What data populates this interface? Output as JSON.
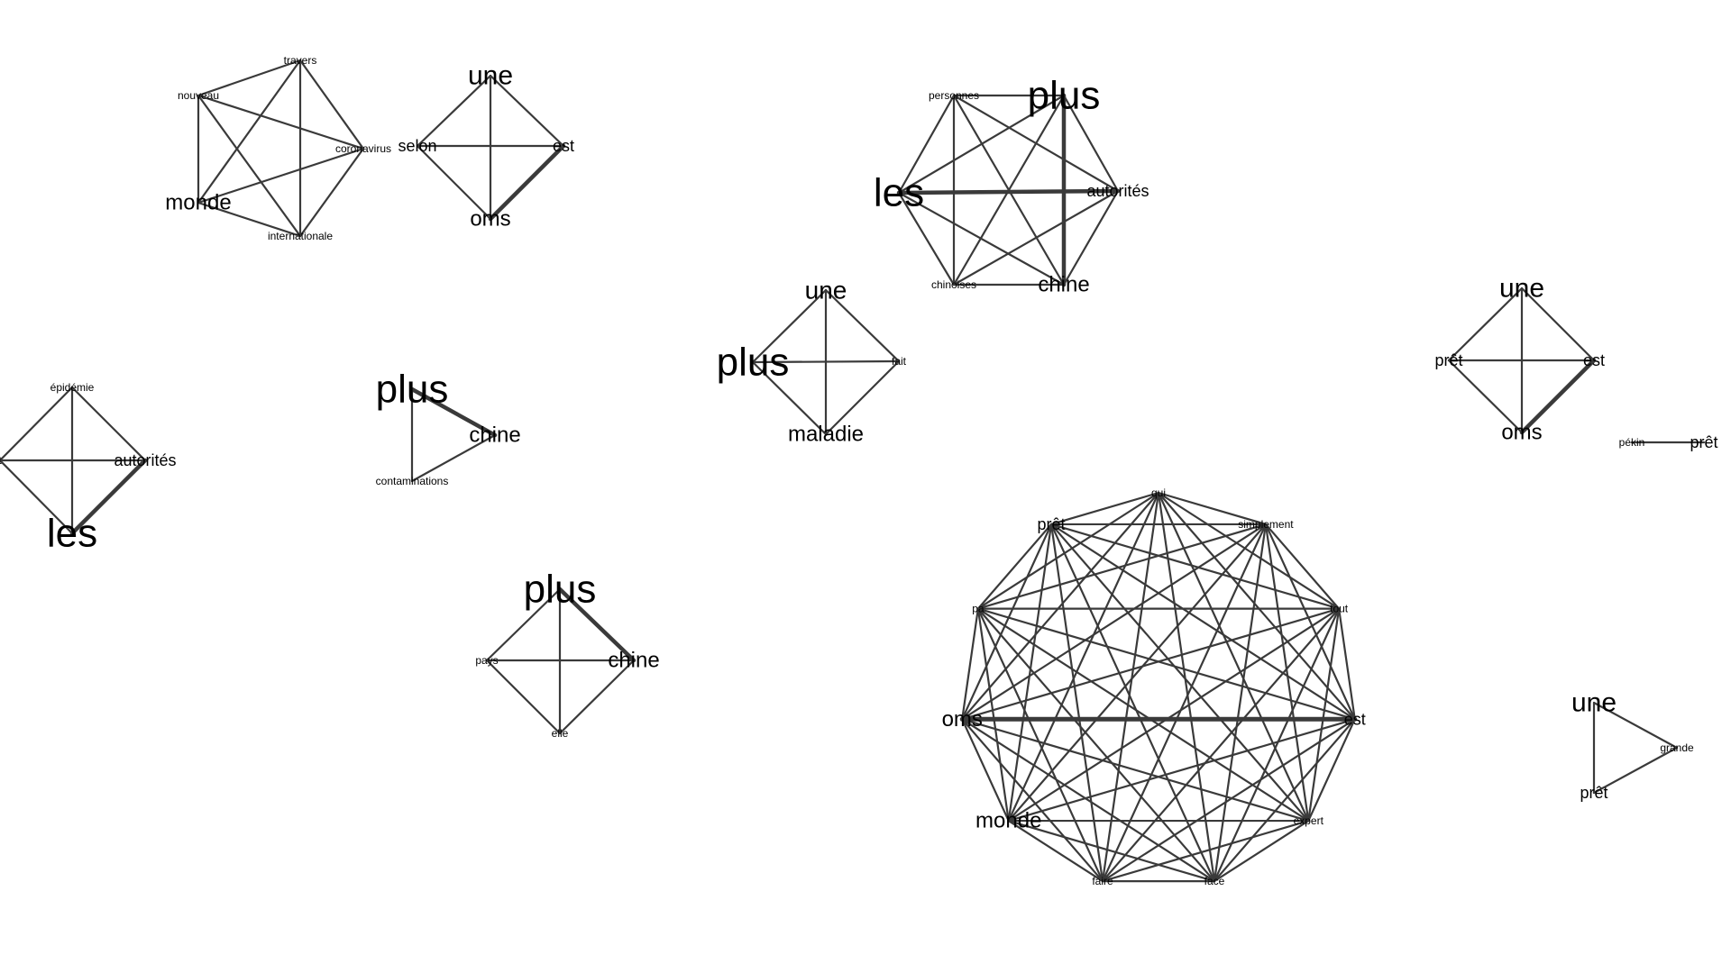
{
  "graph": {
    "edge_color": "#3a3a3a",
    "label_color": "#000000",
    "background": "#ffffff",
    "clusters": [
      {
        "id": "c1",
        "nodes": [
          "travers",
          "nouveau",
          "coronavirus",
          "monde",
          "internationale"
        ],
        "edges": [
          [
            "travers",
            "nouveau",
            1
          ],
          [
            "travers",
            "coronavirus",
            1
          ],
          [
            "travers",
            "monde",
            1
          ],
          [
            "travers",
            "internationale",
            1
          ],
          [
            "nouveau",
            "coronavirus",
            1
          ],
          [
            "nouveau",
            "monde",
            1
          ],
          [
            "nouveau",
            "internationale",
            1
          ],
          [
            "coronavirus",
            "monde",
            1
          ],
          [
            "coronavirus",
            "internationale",
            1
          ],
          [
            "monde",
            "internationale",
            1
          ]
        ]
      },
      {
        "id": "c2",
        "nodes": [
          "une",
          "selon",
          "est",
          "oms"
        ],
        "edges": [
          [
            "une",
            "selon",
            1
          ],
          [
            "une",
            "est",
            1
          ],
          [
            "une",
            "oms",
            1
          ],
          [
            "selon",
            "est",
            1
          ],
          [
            "selon",
            "oms",
            1
          ],
          [
            "est",
            "oms",
            3
          ]
        ]
      },
      {
        "id": "c3",
        "nodes": [
          "personnes",
          "plus",
          "les",
          "autorités",
          "chinoises",
          "chine"
        ],
        "edges": [
          [
            "personnes",
            "plus",
            1
          ],
          [
            "personnes",
            "les",
            1
          ],
          [
            "personnes",
            "autorités",
            1
          ],
          [
            "personnes",
            "chinoises",
            1
          ],
          [
            "personnes",
            "chine",
            1
          ],
          [
            "plus",
            "les",
            1
          ],
          [
            "plus",
            "autorités",
            1
          ],
          [
            "plus",
            "chinoises",
            1
          ],
          [
            "plus",
            "chine",
            3
          ],
          [
            "les",
            "autorités",
            3
          ],
          [
            "les",
            "chinoises",
            1
          ],
          [
            "les",
            "chine",
            1
          ],
          [
            "autorités",
            "chinoises",
            1
          ],
          [
            "autorités",
            "chine",
            1
          ],
          [
            "chinoises",
            "chine",
            1
          ]
        ]
      },
      {
        "id": "c4",
        "nodes": [
          "une",
          "plus",
          "fait",
          "maladie"
        ],
        "edges": [
          [
            "une",
            "plus",
            1
          ],
          [
            "une",
            "fait",
            1
          ],
          [
            "une",
            "maladie",
            1
          ],
          [
            "plus",
            "fait",
            1
          ],
          [
            "plus",
            "maladie",
            1
          ],
          [
            "fait",
            "maladie",
            1
          ]
        ]
      },
      {
        "id": "c5",
        "nodes": [
          "une",
          "prêt",
          "est",
          "oms"
        ],
        "edges": [
          [
            "une",
            "prêt",
            1
          ],
          [
            "une",
            "est",
            1
          ],
          [
            "une",
            "oms",
            1
          ],
          [
            "prêt",
            "est",
            1
          ],
          [
            "prêt",
            "oms",
            1
          ],
          [
            "est",
            "oms",
            3
          ]
        ]
      },
      {
        "id": "c6",
        "nodes": [
          "épidémie",
          "t",
          "autorités",
          "les"
        ],
        "edges": [
          [
            "épidémie",
            "t",
            1
          ],
          [
            "épidémie",
            "autorités",
            1
          ],
          [
            "épidémie",
            "les",
            1
          ],
          [
            "t",
            "autorités",
            1
          ],
          [
            "t",
            "les",
            1
          ],
          [
            "autorités",
            "les",
            3
          ]
        ]
      },
      {
        "id": "c7",
        "nodes": [
          "plus",
          "chine",
          "contaminations"
        ],
        "edges": [
          [
            "plus",
            "chine",
            3
          ],
          [
            "plus",
            "contaminations",
            1
          ],
          [
            "chine",
            "contaminations",
            1
          ]
        ]
      },
      {
        "id": "c8",
        "nodes": [
          "pékin",
          "prêt"
        ],
        "edges": [
          [
            "pékin",
            "prêt",
            1
          ]
        ]
      },
      {
        "id": "c9",
        "nodes": [
          "plus",
          "pays",
          "chine",
          "elle"
        ],
        "edges": [
          [
            "plus",
            "pays",
            1
          ],
          [
            "plus",
            "chine",
            3
          ],
          [
            "plus",
            "elle",
            1
          ],
          [
            "pays",
            "chine",
            1
          ],
          [
            "pays",
            "elle",
            1
          ],
          [
            "chine",
            "elle",
            1
          ]
        ]
      },
      {
        "id": "c10",
        "nodes": [
          "qui",
          "simplement",
          "tout",
          "est",
          "expert",
          "face",
          "faire",
          "monde",
          "oms",
          "pa",
          "prêt"
        ],
        "edges": "complete",
        "strong_edges": [
          [
            "oms",
            "est",
            4
          ]
        ]
      },
      {
        "id": "c11",
        "nodes": [
          "une",
          "grande",
          "prêt"
        ],
        "edges": [
          [
            "une",
            "grande",
            1
          ],
          [
            "une",
            "prêt",
            1
          ],
          [
            "grande",
            "prêt",
            1
          ]
        ]
      }
    ]
  }
}
